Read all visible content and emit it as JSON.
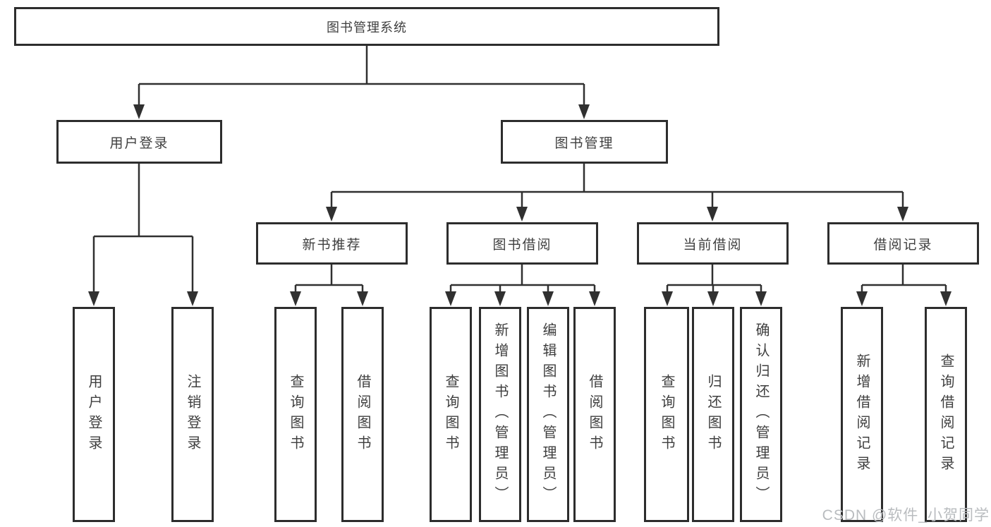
{
  "diagram": {
    "title": "图书管理系统",
    "subsystems": [
      {
        "label": "用户登录",
        "children": [
          {
            "label": "用户登录"
          },
          {
            "label": "注销登录"
          }
        ]
      },
      {
        "label": "图书管理",
        "modules": [
          {
            "label": "新书推荐",
            "children": [
              {
                "label": "查询图书"
              },
              {
                "label": "借阅图书"
              }
            ]
          },
          {
            "label": "图书借阅",
            "children": [
              {
                "label": "查询图书"
              },
              {
                "label": "新增图书（管理员）"
              },
              {
                "label": "编辑图书（管理员）"
              },
              {
                "label": "借阅图书"
              }
            ]
          },
          {
            "label": "当前借阅",
            "children": [
              {
                "label": "查询图书"
              },
              {
                "label": "归还图书"
              },
              {
                "label": "确认归还（管理员）"
              }
            ]
          },
          {
            "label": "借阅记录",
            "children": [
              {
                "label": "新增借阅记录"
              },
              {
                "label": "查询借阅记录"
              }
            ]
          }
        ]
      }
    ]
  },
  "watermark": {
    "text": "CSDN @软件_小贺同学"
  },
  "colors": {
    "line": "#303030",
    "box_border": "#2d2d2d",
    "text": "#3f3f3f",
    "watermark": "#b9bcbf",
    "background": "#ffffff"
  }
}
